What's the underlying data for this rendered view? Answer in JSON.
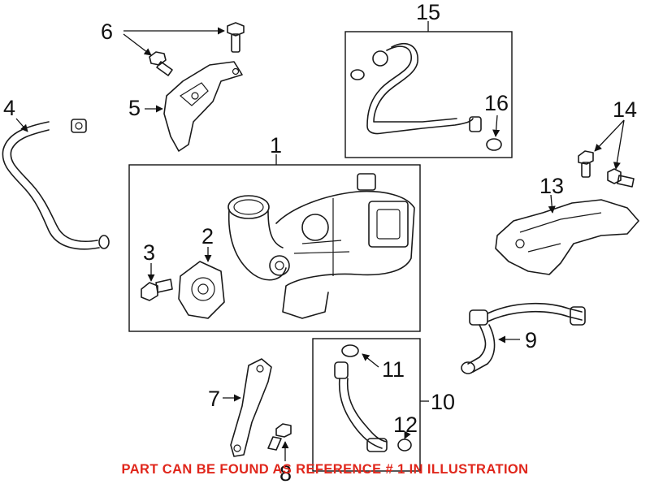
{
  "callouts": {
    "c1": "1",
    "c2": "2",
    "c3": "3",
    "c4": "4",
    "c5": "5",
    "c6": "6",
    "c7": "7",
    "c8": "8",
    "c9": "9",
    "c10": "10",
    "c11": "11",
    "c12": "12",
    "c13": "13",
    "c14": "14",
    "c15": "15",
    "c16": "16"
  },
  "note": "PART CAN BE FOUND AS REFERENCE # 1 IN ILLUSTRATION",
  "colors": {
    "note": "#e0261b",
    "line": "#1a1a1a",
    "background": "#ffffff"
  }
}
